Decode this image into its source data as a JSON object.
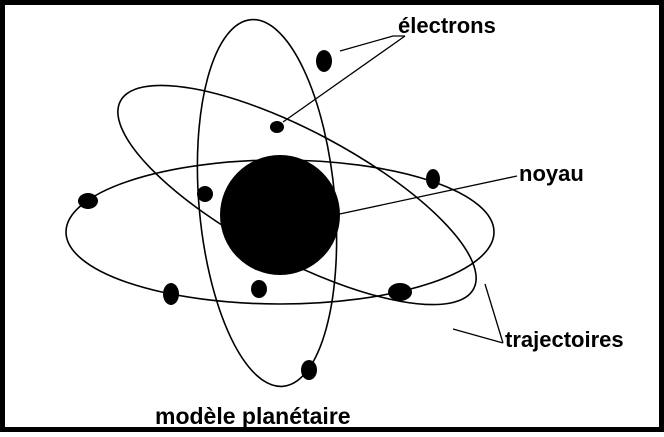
{
  "labels": {
    "electrons": "électrons",
    "nucleus": "noyau",
    "trajectories": "trajectoires"
  },
  "caption": "modèle planétaire",
  "colors": {
    "ink": "#000000",
    "background": "#ffffff"
  }
}
